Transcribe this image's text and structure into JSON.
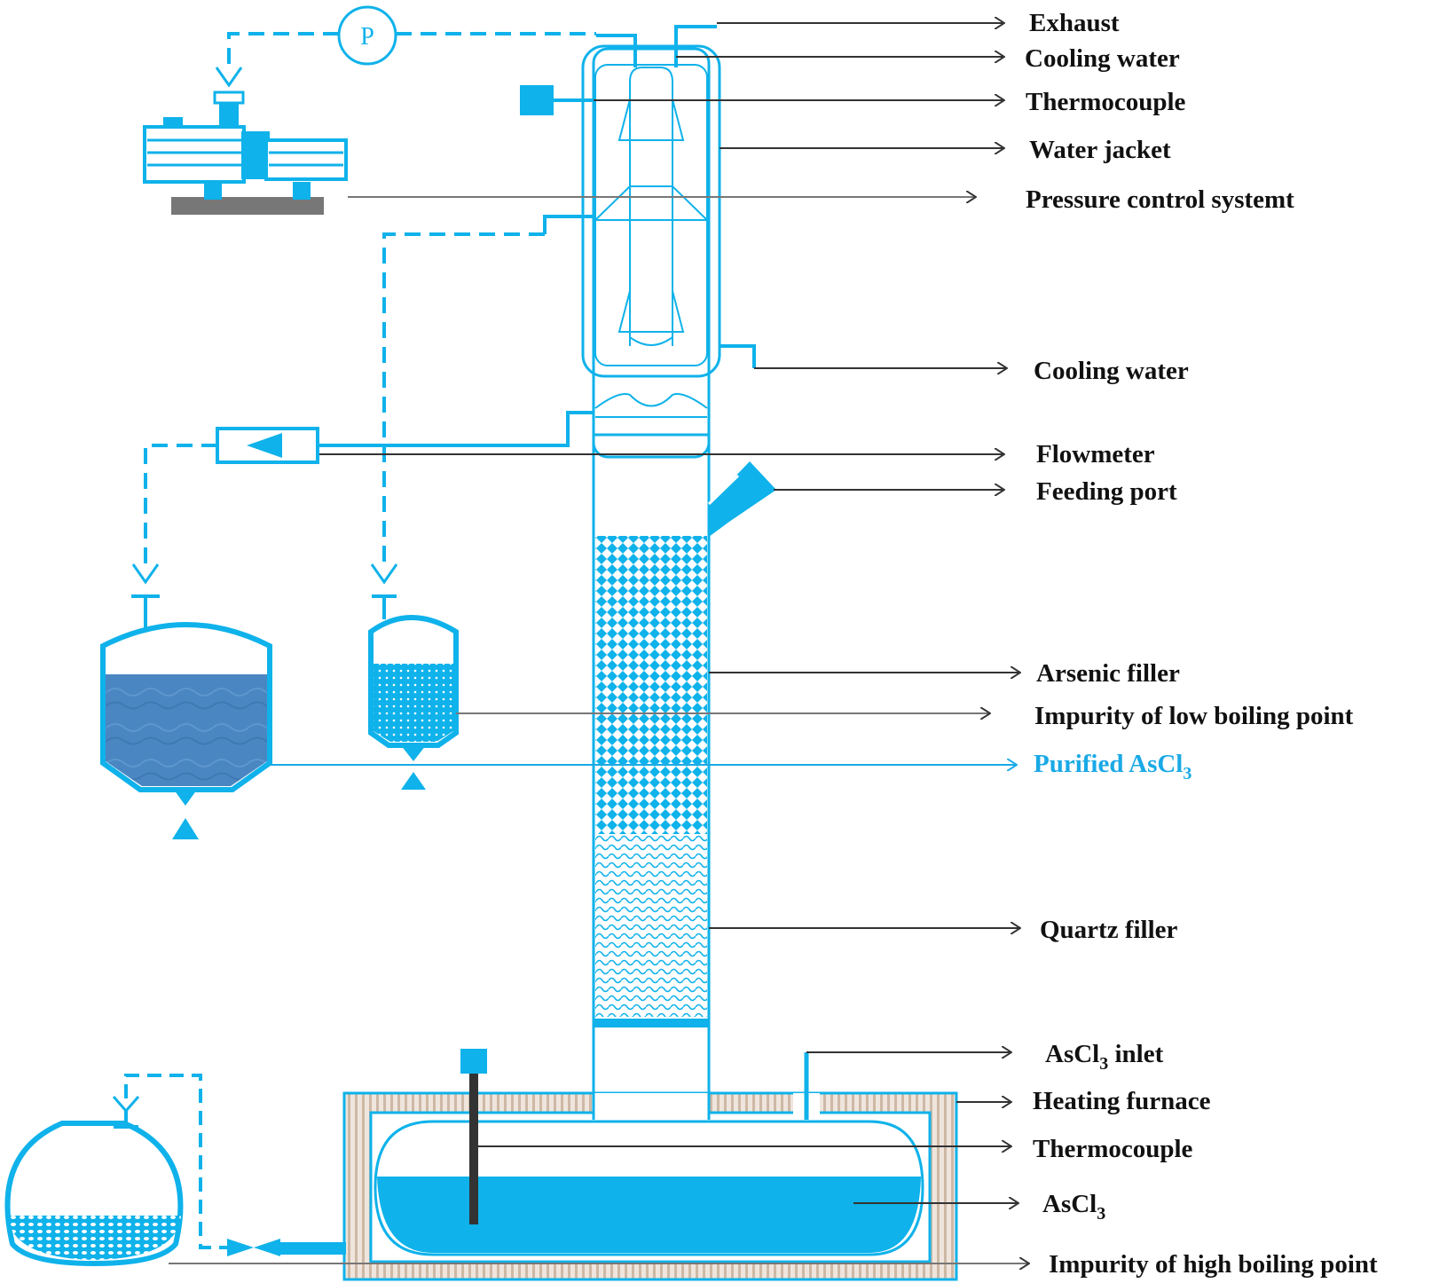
{
  "colors": {
    "equipment": "#0fb2ea",
    "arrow": "#333333",
    "label": "#111111",
    "highlight": "#1aa9e6",
    "liquid_dark": "#4a86c2",
    "furnace_wall": "#d8c5b5",
    "pump_base": "#777777"
  },
  "icons": {
    "pressure_gauge": "P",
    "pump": "vacuum-pump-icon"
  },
  "labels": {
    "exhaust": "Exhaust",
    "cooling_water_top": "Cooling water",
    "thermocouple_top": "Thermocouple",
    "water_jacket": "Water jacket",
    "pressure_control": "Pressure control systemt",
    "cooling_water_mid": "Cooling water",
    "flowmeter": "Flowmeter",
    "feeding_port": "Feeding port",
    "arsenic_filler": "Arsenic filler",
    "impurity_low": "Impurity of low boiling point",
    "purified_main": "Purified AsCl",
    "purified_sub": "3",
    "ascl3_inlet_main": "AsCl",
    "ascl3_inlet_sub": "3",
    "ascl3_inlet_tail": " inlet",
    "heating_furnace": "Heating furnace",
    "thermocouple_bottom": "Thermocouple",
    "ascl3_main": "AsCl",
    "ascl3_sub": "3",
    "quartz_filler": "Quartz filler",
    "impurity_high": "Impurity of high boiling point"
  }
}
